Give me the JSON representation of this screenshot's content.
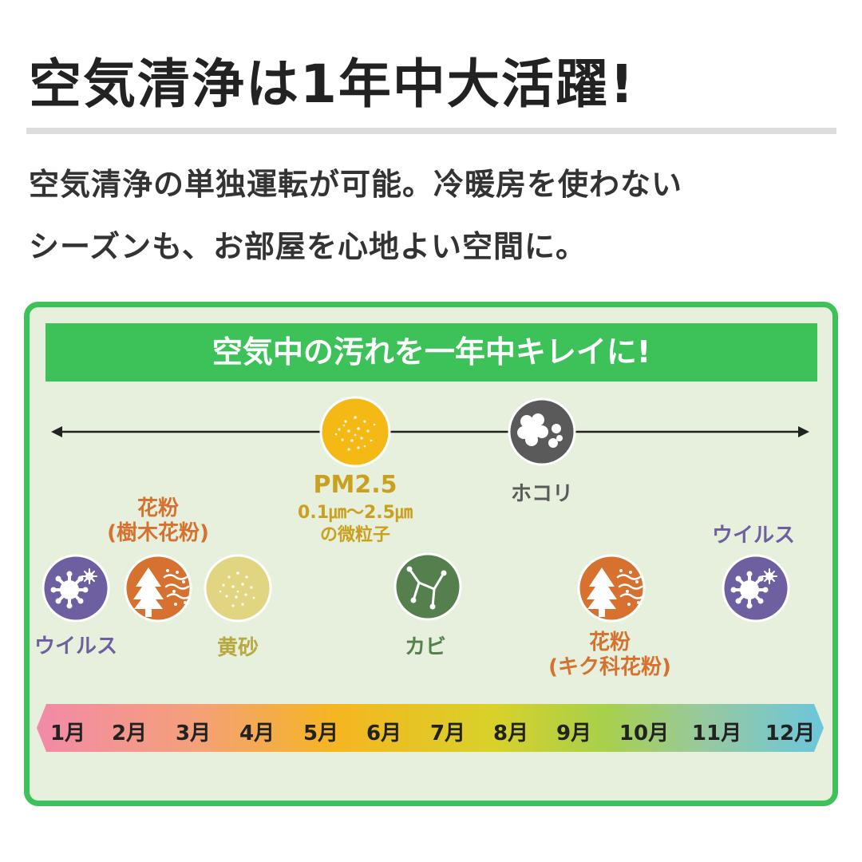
{
  "title": "空気清浄は1年中大活躍!",
  "subtitle": {
    "line1": "空気清浄の単独運転が可能。冷暖房を使わない",
    "line2": "シーズンも、お部屋を心地よい空間に。"
  },
  "panel": {
    "banner": "空気中の汚れを一年中キレイに!",
    "items": {
      "virus_left": {
        "label": "ウイルス",
        "icon": "virus-icon"
      },
      "pollen_tree": {
        "line1": "花粉",
        "line2": "(樹木花粉)",
        "icon": "tree-pollen-icon"
      },
      "yellow_sand": {
        "label": "黄砂",
        "icon": "yellow-sand-icon"
      },
      "pm25": {
        "line1": "PM2.5",
        "line2": "0.1㎛〜2.5㎛",
        "line3": "の微粒子",
        "icon": "pm25-particles-icon"
      },
      "mold": {
        "label": "カビ",
        "icon": "mold-icon"
      },
      "dust": {
        "label": "ホコリ",
        "icon": "dust-icon"
      },
      "pollen_kiku": {
        "line1": "花粉",
        "line2": "(キク科花粉)",
        "icon": "tree-pollen-icon"
      },
      "virus_right": {
        "label": "ウイルス",
        "icon": "virus-icon"
      }
    },
    "months": [
      "1月",
      "2月",
      "3月",
      "4月",
      "5月",
      "6月",
      "7月",
      "8月",
      "9月",
      "10月",
      "11月",
      "12月"
    ]
  },
  "colors": {
    "accent_green": "#3dc25a",
    "panel_bg": "#e6f0dc",
    "virus": "#6e5fa0",
    "pollen": "#d6712f",
    "yellow_sand": "#e1d581",
    "pm25": "#f5b915",
    "mold": "#55804e",
    "dust": "#5a5a5a"
  }
}
